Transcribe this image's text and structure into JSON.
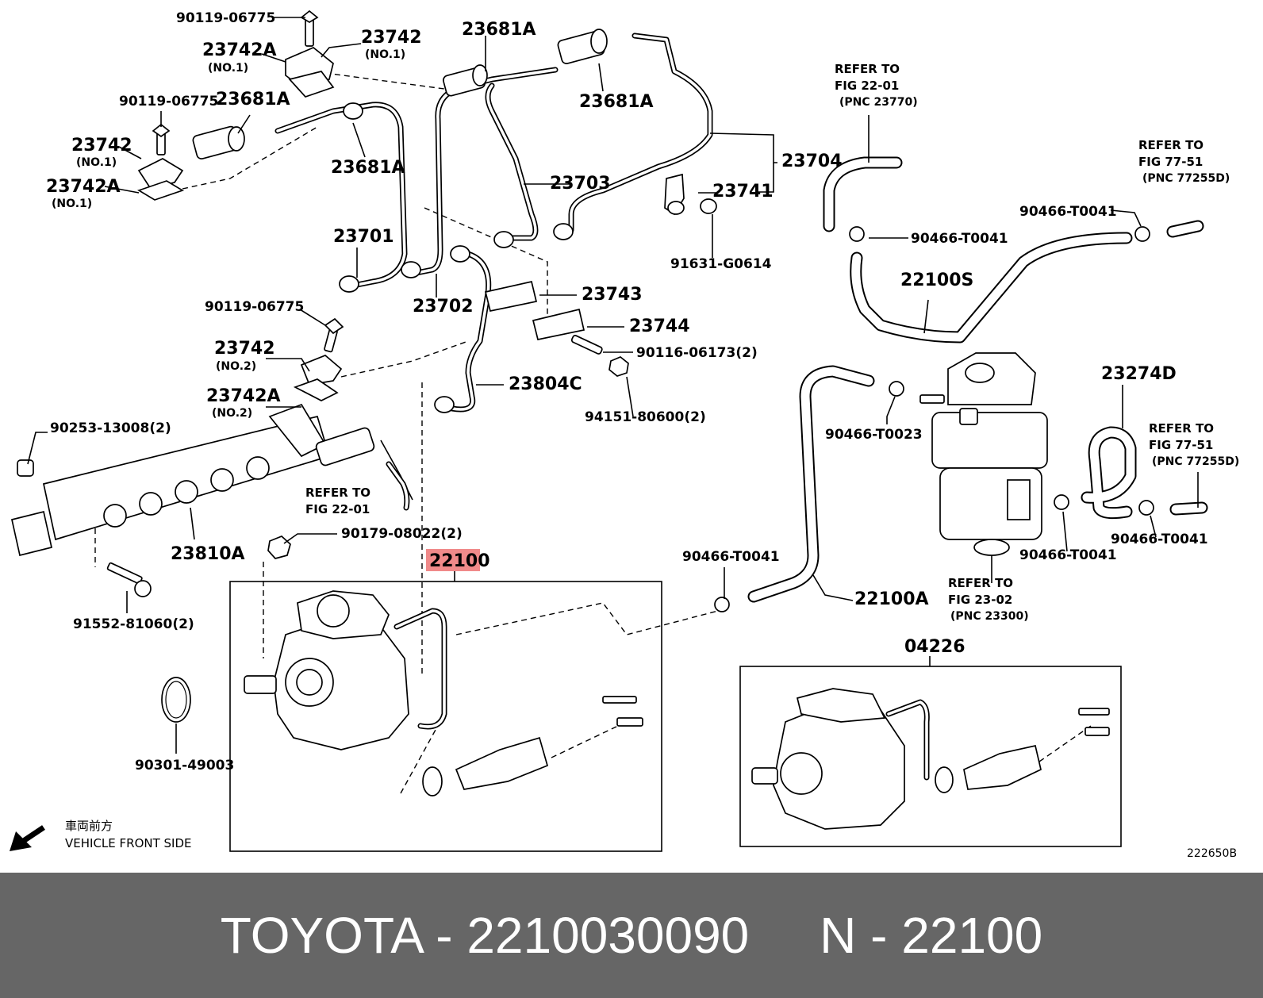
{
  "diagram": {
    "labels": {
      "p90119_06775_top": "90119-06775",
      "p23742_top": "23742",
      "p23742_top_sub": "(NO.1)",
      "p23742A_top": "23742A",
      "p23742A_top_sub": "(NO.1)",
      "p23681A_top": "23681A",
      "p23681A_right": "23681A",
      "p90119_06775_mid": "90119-06775",
      "p23681A_left": "23681A",
      "p23742_left": "23742",
      "p23742_left_sub": "(NO.1)",
      "p23742A_left": "23742A",
      "p23742A_left_sub": "(NO.1)",
      "p23681A_center": "23681A",
      "p23703": "23703",
      "p23704": "23704",
      "p23741": "23741",
      "p91631_G0614": "91631-G0614",
      "p23701": "23701",
      "p23702": "23702",
      "p23743": "23743",
      "p23744": "23744",
      "p90116_06173": "90116-06173(2)",
      "p90119_06775_low": "90119-06775",
      "p23742_no2": "23742",
      "p23742_no2_sub": "(NO.2)",
      "p23742A_no2": "23742A",
      "p23742A_no2_sub": "(NO.2)",
      "p23804C": "23804C",
      "p94151_80600": "94151-80600(2)",
      "p90253_13008": "90253-13008(2)",
      "p23810A": "23810A",
      "p90179_08022": "90179-08022(2)",
      "p22100": "22100",
      "p91552_81060": "91552-81060(2)",
      "p90301_49003": "90301-49003",
      "p22100A": "22100A",
      "p90466_T0041_a": "90466-T0041",
      "p90466_T0041_b": "90466-T0041",
      "p90466_T0041_c": "90466-T0041",
      "p90466_T0041_d": "90466-T0041",
      "p90466_T0041_e": "90466-T0041",
      "p90466_T0023": "90466-T0023",
      "p22100S": "22100S",
      "p23274D": "23274D",
      "p04226": "04226",
      "ref_fig2201_top_a": "REFER TO",
      "ref_fig2201_top_b": "FIG 22-01",
      "ref_fig2201_top_c": "(PNC 23770)",
      "ref_fig7751_top_a": "REFER TO",
      "ref_fig7751_top_b": "FIG 77-51",
      "ref_fig7751_top_c": "(PNC 77255D)",
      "ref_fig7751_mid_a": "REFER TO",
      "ref_fig7751_mid_b": "FIG 77-51",
      "ref_fig7751_mid_c": "(PNC 77255D)",
      "ref_fig2201_low_a": "REFER TO",
      "ref_fig2201_low_b": "FIG 22-01",
      "ref_fig2302_a": "REFER TO",
      "ref_fig2302_b": "FIG 23-02",
      "ref_fig2302_c": "(PNC 23300)",
      "front_jp": "車両前方",
      "front_en": "VEHICLE FRONT SIDE",
      "figure_code": "222650B"
    },
    "highlight_color": "#f08a8a"
  },
  "footer": {
    "brand": "TOYOTA",
    "sep1": " - ",
    "part_number": "2210030090",
    "gap": "     ",
    "n_label": "N",
    "sep2": " - ",
    "pnc": "22100"
  }
}
